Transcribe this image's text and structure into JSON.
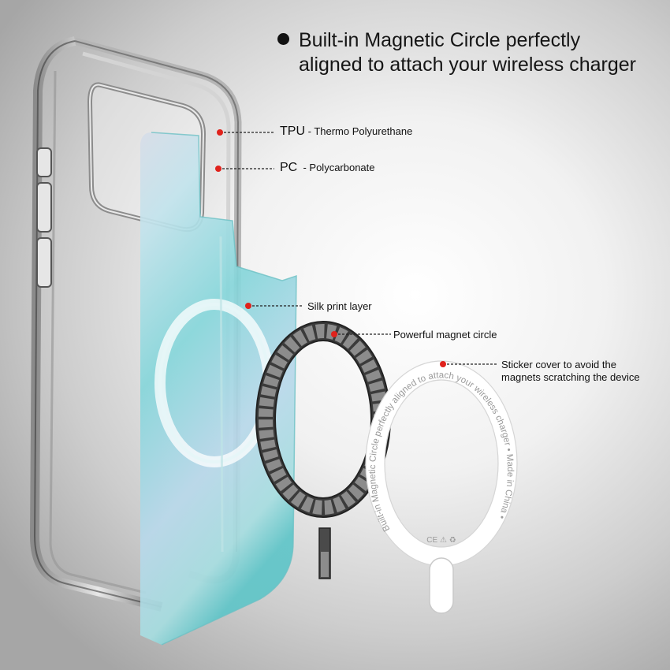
{
  "headline": {
    "line1": "Built-in Magnetic Circle perfectly",
    "line2": "aligned to attach your wireless charger"
  },
  "callouts": {
    "tpu": {
      "abbr": "TPU",
      "desc": " - Thermo Polyurethane"
    },
    "pc": {
      "abbr": "PC",
      "desc": "  - Polycarbonate"
    },
    "silk": {
      "label": "Silk print layer"
    },
    "magnet": {
      "label": "Powerful magnet circle"
    },
    "sticker": {
      "line1": "Sticker cover to avoid the",
      "line2": "magnets scratching the device"
    }
  },
  "sticker_ring": {
    "printed_text": "Built-in Magnetic Circle perfectly aligned to attach your wireless charger • Made in China •",
    "marks": "CE ⚠ ♻"
  },
  "colors": {
    "callout_dot": "#e0221c",
    "text": "#111111",
    "magnet_dark": "#3b3b3b",
    "magnet_segment": "#8c8c8c",
    "plate_teal": "#8ed8dc",
    "sticker_text": "#9a9a9a"
  },
  "icons": [
    "headline-bullet-icon",
    "callout-dot-icon"
  ]
}
